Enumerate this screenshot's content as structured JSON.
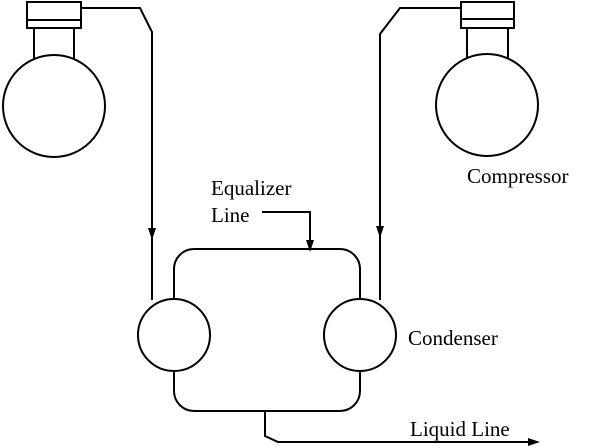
{
  "labels": {
    "equalizer_line_1": "Equalizer",
    "equalizer_line_2": "Line",
    "compressor": "Compressor",
    "condenser": "Condenser",
    "liquid_line": "Liquid Line"
  },
  "colors": {
    "stroke": "#000000",
    "background": "#ffffff"
  }
}
